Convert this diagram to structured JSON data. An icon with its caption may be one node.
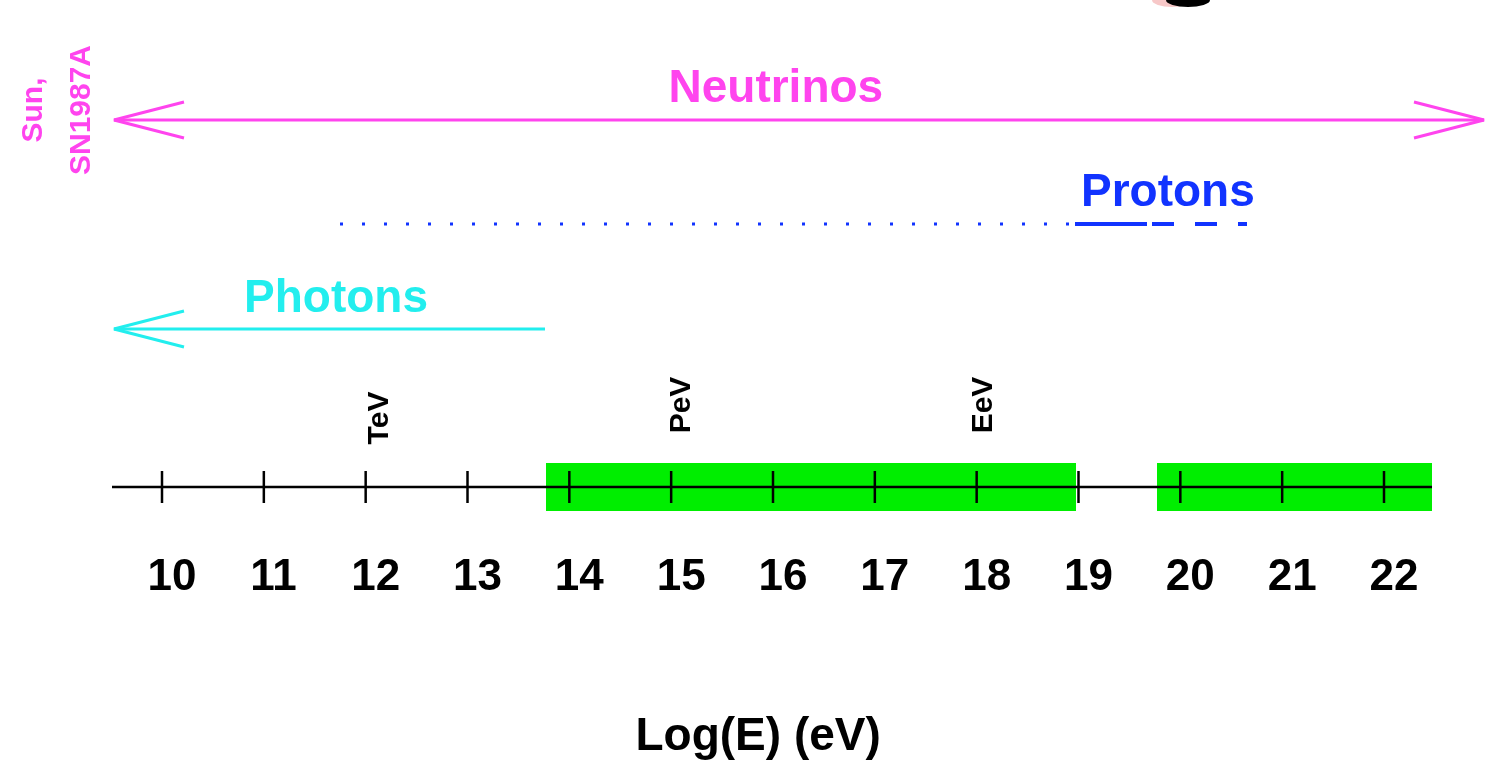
{
  "diagram": {
    "labels": [
      "Sun, SN1987A",
      "Neutrinos",
      "Protons",
      "Photons",
      "TeV",
      "PeV",
      "EeV",
      "10",
      "11",
      "12",
      "13",
      "14",
      "15",
      "16",
      "17",
      "18",
      "19",
      "20",
      "21",
      "22",
      "Log(E) (eV)"
    ]
  }
}
